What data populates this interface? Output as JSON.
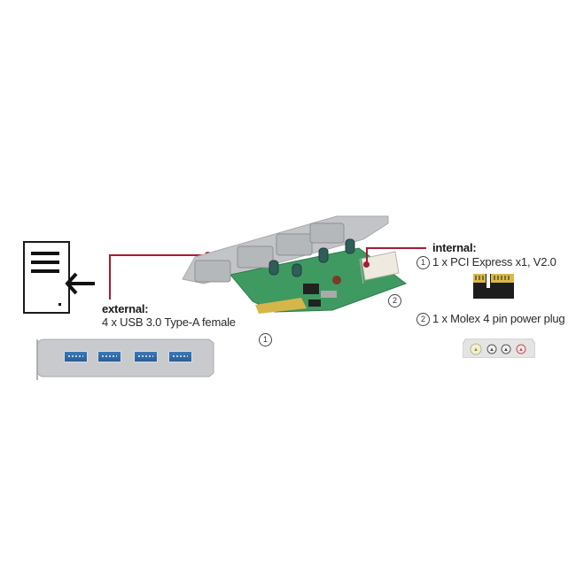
{
  "diagram": {
    "external": {
      "heading": "external:",
      "description": "4 x USB 3.0 Type-A female",
      "port_count": 4
    },
    "internal": {
      "heading": "internal:",
      "items": [
        {
          "number": "1",
          "text": "1 x PCI Express x1, V2.0"
        },
        {
          "number": "2",
          "text": "1 x Molex 4 pin power plug"
        }
      ]
    },
    "card_markers": [
      {
        "number": "1"
      },
      {
        "number": "2"
      }
    ],
    "colors": {
      "callout": "#a51d33",
      "usb_port": "#3d78b6",
      "pcb": "#3f9a62",
      "bracket": "#c4c6c9"
    }
  }
}
